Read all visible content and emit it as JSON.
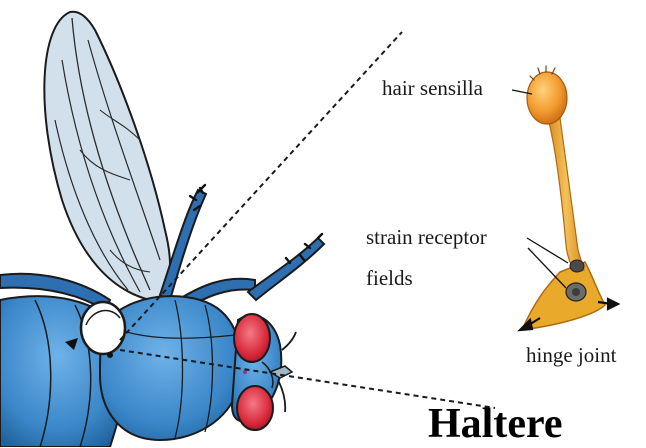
{
  "labels": {
    "hair_sensilla": "hair sensilla",
    "strain_receptor_line1": "strain receptor",
    "strain_receptor_line2": "fields",
    "hinge_joint": "hinge joint",
    "haltere": "Haltere"
  },
  "colors": {
    "fly_body": "#3a86c8",
    "fly_body_dark": "#1f5f99",
    "fly_eye": "#d8283a",
    "wing": "#c9d9e8",
    "haltere_orange": "#e9a92b",
    "haltere_knob": "#e8861e",
    "outline": "#1b1b1b"
  }
}
